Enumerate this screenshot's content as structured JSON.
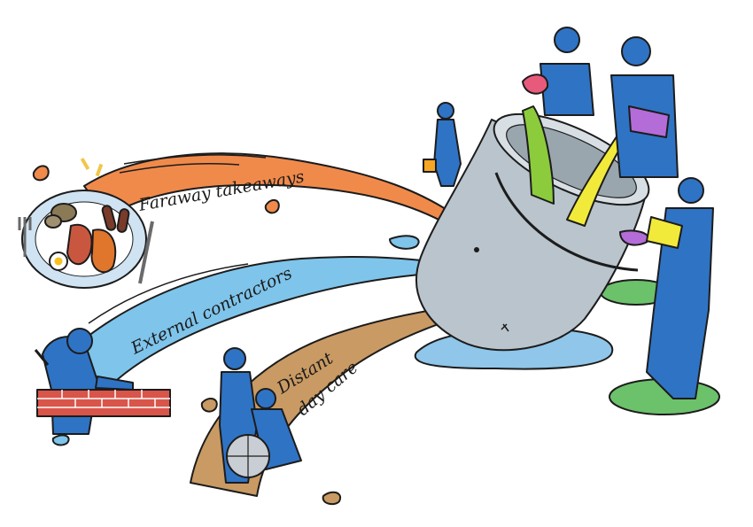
{
  "labels": {
    "stream_orange": "Faraway takeaways",
    "stream_blue": "External contractors",
    "stream_brown_line1": "Distant",
    "stream_brown_line2": "day care"
  },
  "colors": {
    "orange_stream": "#f08a4b",
    "blue_stream": "#7fc4ea",
    "brown_stream": "#c99a63",
    "people_blue": "#2f73c4",
    "bucket_grey": "#b9c4cc",
    "puddle": "#8fc6ea",
    "green_paint": "#8ccc3c",
    "yellow_paint": "#f2ea3a",
    "purple_paint": "#b46cd8",
    "brick": "#d9554a",
    "mat_green": "#6cc16b"
  },
  "icons": [
    "plate-of-food-icon",
    "bricklayer-icon",
    "wheelchair-carer-icon",
    "leaky-bucket-icon",
    "people-pouring-icon"
  ]
}
